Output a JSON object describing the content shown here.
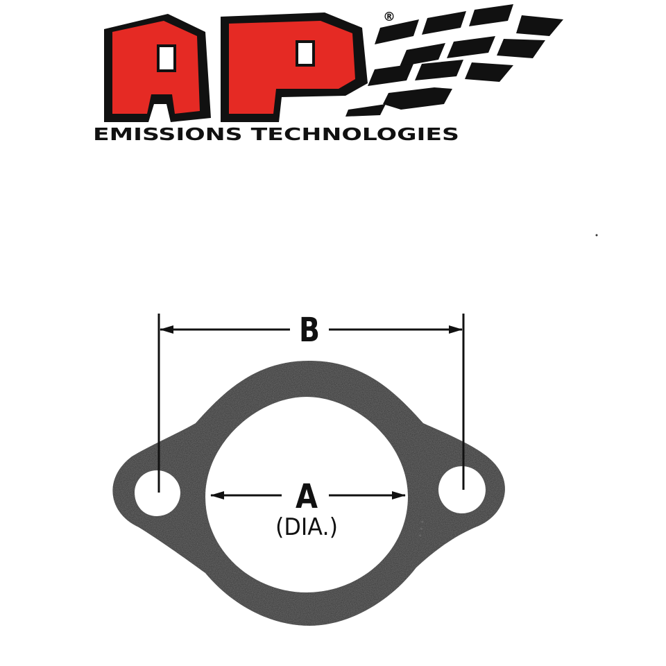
{
  "brand": {
    "logo_letters": "AP",
    "registered_mark": "®",
    "tagline": "EMISSIONS TECHNOLOGIES",
    "logo_red": "#e52a24",
    "logo_black": "#111111"
  },
  "diagram": {
    "dimension_b_label": "B",
    "dimension_a_label": "A",
    "dimension_a_sublabel": "(DIA.)",
    "gasket_color": "#2e2e2e",
    "line_color": "#111111"
  }
}
